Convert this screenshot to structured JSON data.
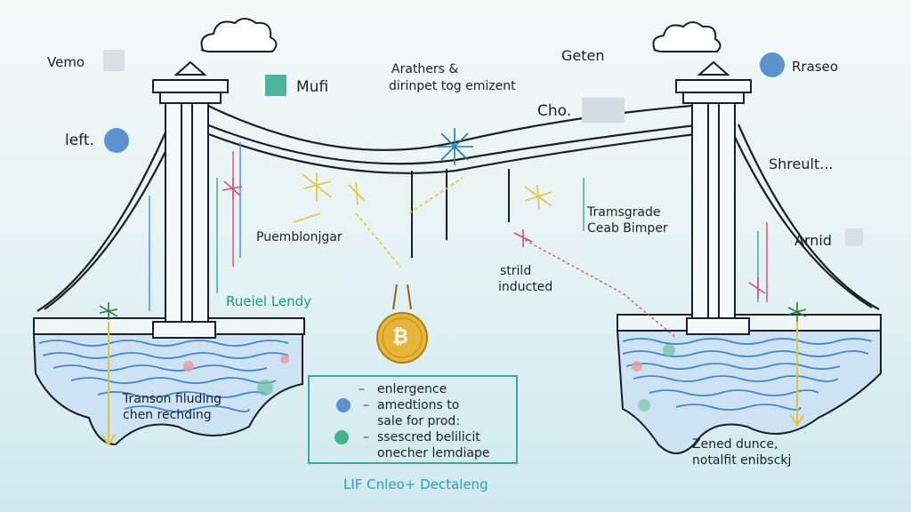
{
  "labels": {
    "vemo": "Vemo",
    "mufi": "Mufi",
    "left": "left.",
    "arathers": "Arathers &",
    "dirinpet": "dirinpet tog emizent",
    "geten": "Geten",
    "rraseo": "Rraseo",
    "cho": "Cho.",
    "shreult": "Shreult...",
    "transgrade": "Tramsgrade",
    "ceab": "Ceab Bimper",
    "arnid": "Arnid",
    "puemblonjgar": "Puemblonjgar",
    "strild": "strild",
    "inducted": "inducted",
    "rueiel": "Rueiel Lendy",
    "transon": "Transon filuding",
    "chen": "chen rechding",
    "zened": "Zened dunce,",
    "notalfit": "notalfit enibsckj",
    "bottom_title": "LIF Cnleo+ Dectaleng"
  },
  "legend": {
    "rows": [
      "enlergence",
      "amedtions to",
      "sale for prod:",
      "ssescred belilicit",
      "onecher lemdiape"
    ],
    "dash": "–"
  },
  "coin": {
    "symbol": "₿"
  },
  "colors": {
    "blue_dot": "#5b92cf",
    "green_dot": "#44b38c",
    "teal_square": "#4cb5a0",
    "grey_square": "#d4dde4",
    "coin": "#e6b53a",
    "water": "#4b8fd0",
    "outline": "#1a1f24"
  },
  "icons": [
    "cloud-icon",
    "cloud-icon",
    "bitcoin-coin-icon",
    "sparkle-icon"
  ]
}
